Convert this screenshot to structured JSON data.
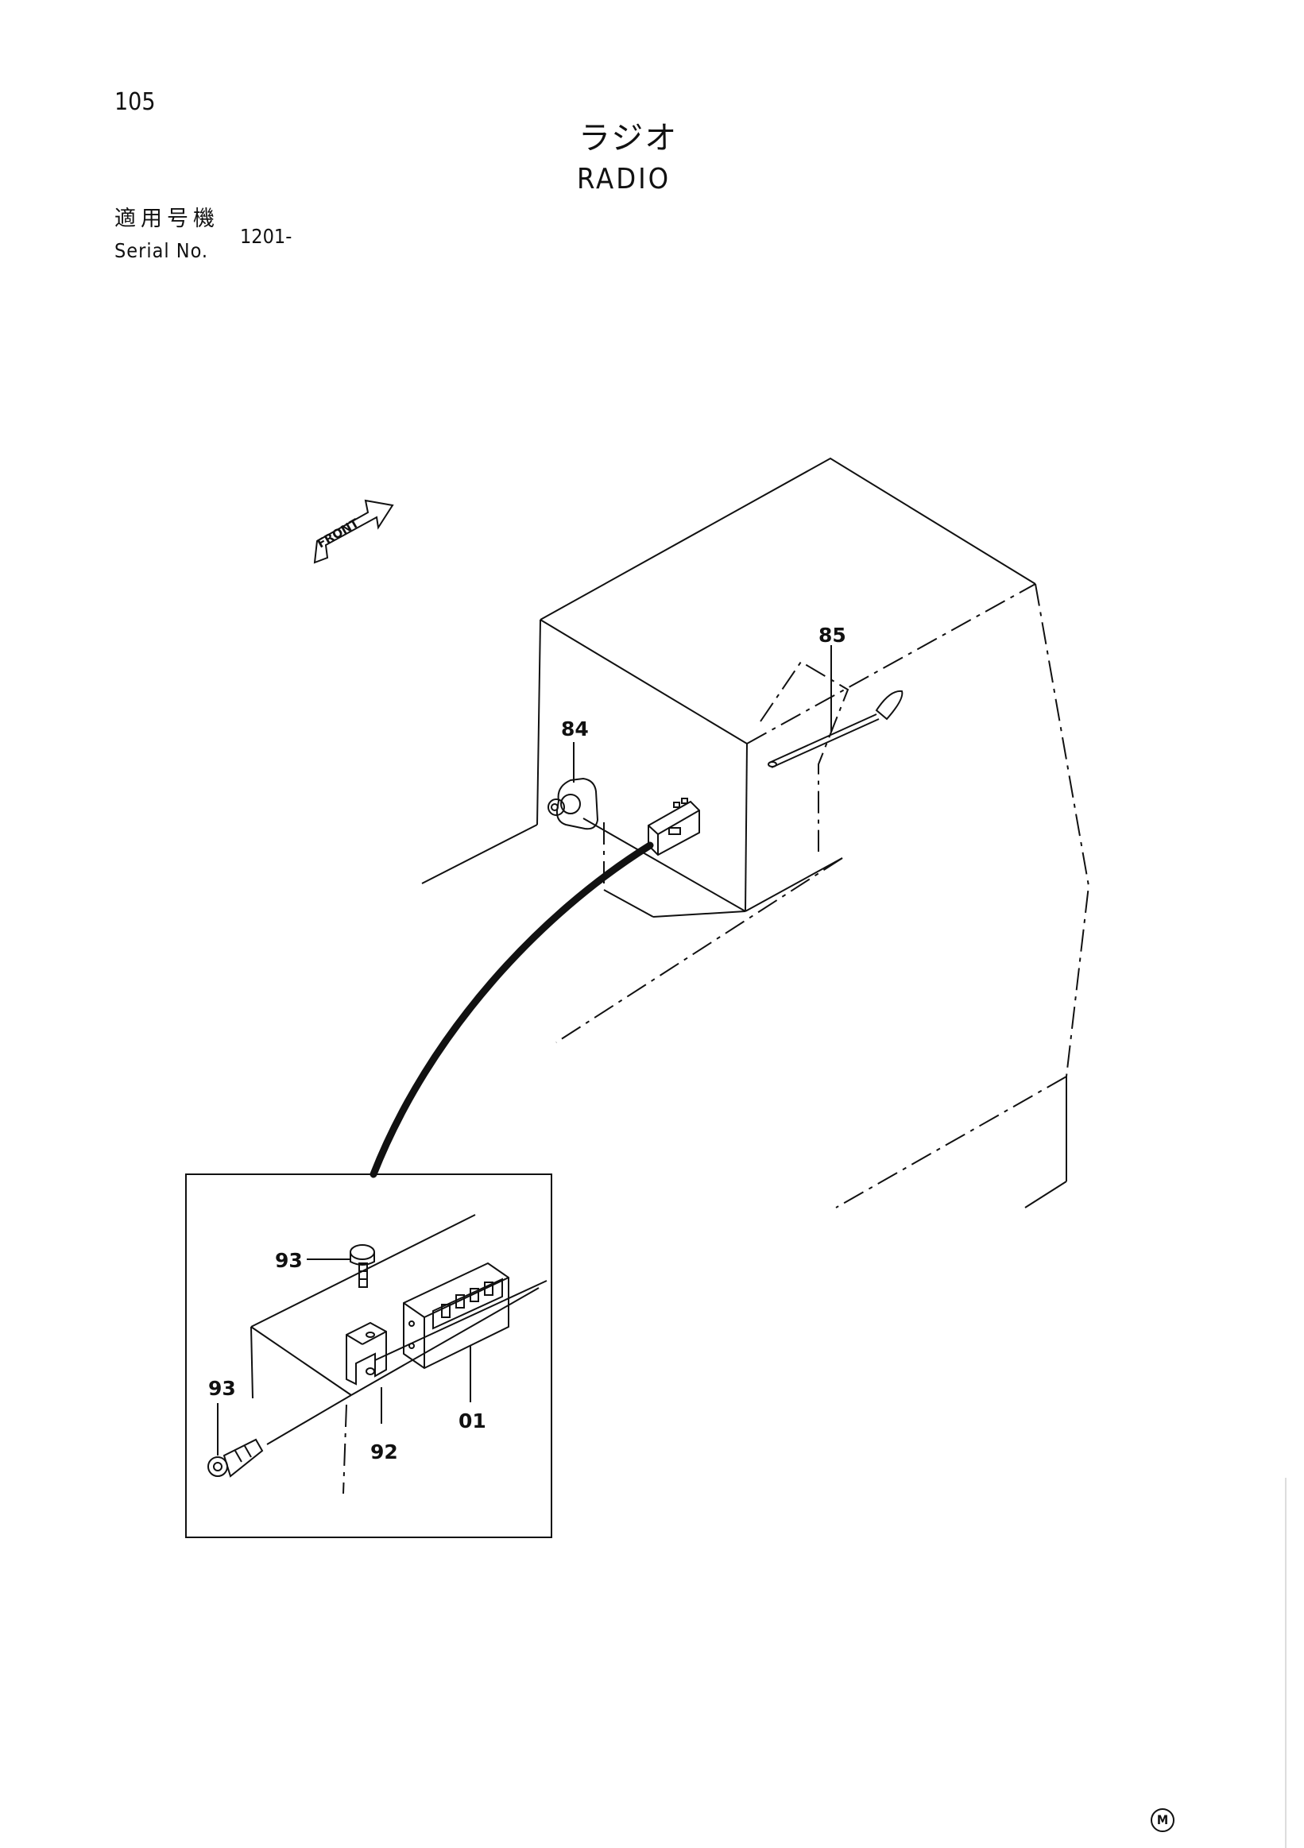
{
  "header": {
    "page_number": "105",
    "title_jp": "ラジオ",
    "title_en": "RADIO",
    "serial_label_jp": "適用号機",
    "serial_label_en": "Serial No.",
    "serial_value": "1201-"
  },
  "diagram": {
    "front_label": "FRONT",
    "callouts": {
      "part_84": "84",
      "part_85": "85",
      "part_93_top": "93",
      "part_93_bottom": "93",
      "part_92": "92",
      "part_01": "01"
    }
  },
  "footer": {
    "mark": "M"
  }
}
